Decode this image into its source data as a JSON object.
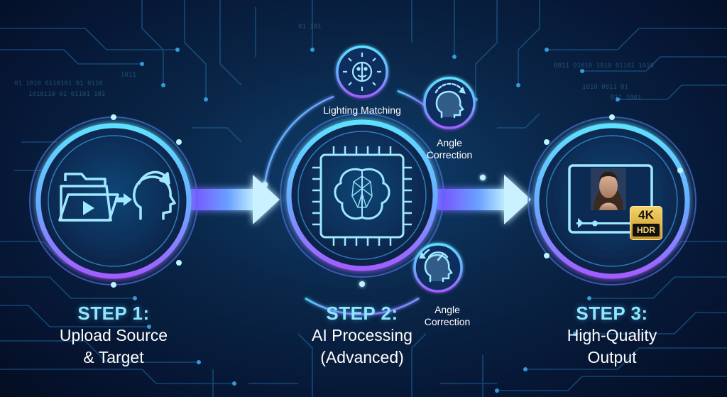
{
  "steps": [
    {
      "title": "STEP 1:",
      "line1": "Upload Source",
      "line2": "& Target"
    },
    {
      "title": "STEP 2:",
      "line1": "AI Processing",
      "line2": "(Advanced)"
    },
    {
      "title": "STEP 3:",
      "line1": "High-Quality",
      "line2": "Output"
    }
  ],
  "features": {
    "lighting": "Lighting Matching",
    "angle_top_line1": "Angle",
    "angle_top_line2": "Correction",
    "angle_bottom_line1": "Angle",
    "angle_bottom_line2": "Correction"
  },
  "badge": {
    "top": "4K",
    "bottom": "HDR"
  },
  "colors": {
    "accent": "#4fd8ff",
    "violet": "#9a5cff",
    "bg": "#071a3a"
  },
  "icons": [
    "folder-play-icon",
    "arrow-icon",
    "head-swap-icon",
    "ai-brain-chip-icon",
    "sun-face-icon",
    "head-rotate-icon",
    "head-gauge-icon",
    "video-player-icon",
    "face-portrait-icon"
  ]
}
